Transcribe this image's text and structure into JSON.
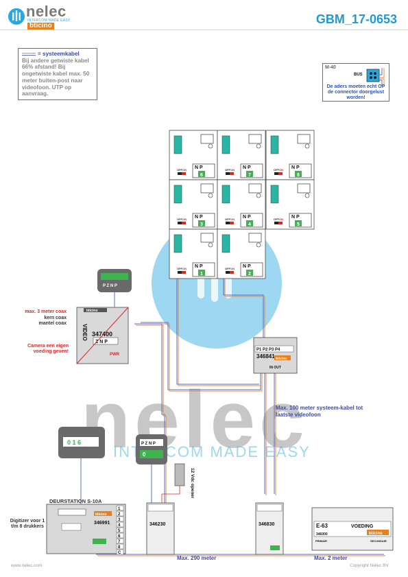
{
  "header": {
    "logo_name": "nelec",
    "logo_tagline": "INTERCOM MADE EASY",
    "logo_brand": "bticino",
    "doc_code": "GBM_17-0653"
  },
  "note_box": {
    "legend": "= systeemkabel",
    "text": "Bij andere getwiste kabel 66% afstand! Bij ongetwiste kabel max. 50 meter buiten-post naar videofoon. UTP op aanvraag."
  },
  "connector_box": {
    "title": "M-40",
    "bus": "BUS",
    "message": "De aders moeten echt OP de connector doorgelust worden!"
  },
  "monitors": [
    {
      "label": "N P",
      "number": "6"
    },
    {
      "label": "N P",
      "number": "7"
    },
    {
      "label": "N P",
      "number": "8"
    },
    {
      "label": "N P",
      "number": "3"
    },
    {
      "label": "N P",
      "number": "4"
    },
    {
      "label": "N P",
      "number": "5"
    },
    {
      "label": "N P",
      "number": "1"
    },
    {
      "label": "N P",
      "number": "2"
    }
  ],
  "monitor_tags": {
    "off": "OFF",
    "on": "ON"
  },
  "camera_module": {
    "coax_note": "max. 3 meter coax",
    "kern": "kern coax",
    "mantel": "mantel coax",
    "power_note": "Camera een eigen voeding geven!",
    "code": "347400",
    "video": "VIDEO",
    "brand": "bticino",
    "zn_label": "Z N P",
    "pwr": "PWR"
  },
  "distributor": {
    "code": "346841",
    "ports": "P1 P2 P3 P4",
    "in_out": "IN OUT",
    "brand": "bticino"
  },
  "cable_notes": {
    "max100": "Max. 100 meter systeem-kabel tot laatste videofoon",
    "max290": "Max. 290 meter",
    "max2": "Max. 2 meter"
  },
  "door_station": {
    "title": "DEURSTATION S-10A",
    "code": "346991",
    "brand": "bticino",
    "terminals": [
      "1",
      "2",
      "3",
      "4",
      "5",
      "6",
      "7",
      "8",
      "C"
    ],
    "zoom_digits": "0 1 6"
  },
  "digitizer_note": "Digitizer voor 1 t/m 8 drukkers",
  "door_opener": "12 Vdc opener",
  "module_346230": {
    "code": "346230",
    "zoom": "P Z N P",
    "zoom_digit": "0"
  },
  "module_346830": {
    "code": "346830"
  },
  "power_supply": {
    "model": "E-63",
    "title": "VOEDING",
    "code": "346000",
    "brand": "bticino",
    "primair": "PRIMAIR",
    "secundair": "SECUNDAIR"
  },
  "watermark": {
    "big": "nelec",
    "sub": "INTERCOM MADE EASY"
  },
  "footer": {
    "website": "www.nelec.com",
    "copyright": "Copyright Nelec BV"
  },
  "colors": {
    "accent": "#1f9ad6",
    "cable_blue": "#5a6bc2",
    "cable_orange": "#e08a3a",
    "terminal": "#2ab5a5",
    "red": "#d62828"
  }
}
